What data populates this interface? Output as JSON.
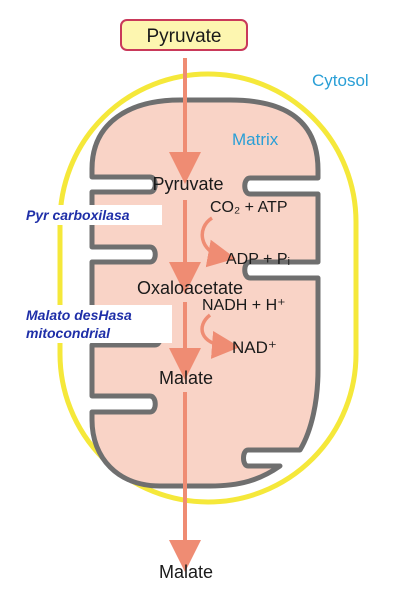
{
  "regions": {
    "cytosol": "Cytosol",
    "matrix": "Matrix"
  },
  "metabolites": {
    "pyruvate_outside": "Pyruvate",
    "pyruvate_inside": "Pyruvate",
    "oxaloacetate": "Oxaloacetate",
    "malate_inside": "Malate",
    "malate_outside": "Malate"
  },
  "reaction1": {
    "enzyme": "Pyr carboxilasa",
    "input": "CO₂ + ATP",
    "output": "ADP + Pᵢ"
  },
  "reaction2": {
    "enzyme_line1": "Malato desHasa",
    "enzyme_line2": "mitocondrial",
    "input": "NADH + H⁺",
    "output": "NAD⁺"
  },
  "colors": {
    "outer_membrane": "#f5e83a",
    "inner_membrane": "#6f6f6f",
    "matrix_fill": "#f9d3c6",
    "arrow": "#ef8c73",
    "pyruvate_box_fill": "#fdf6b0",
    "pyruvate_box_border": "#c9395a",
    "region_label": "#2a9fd6",
    "enzyme_label": "#1f2fa8"
  }
}
